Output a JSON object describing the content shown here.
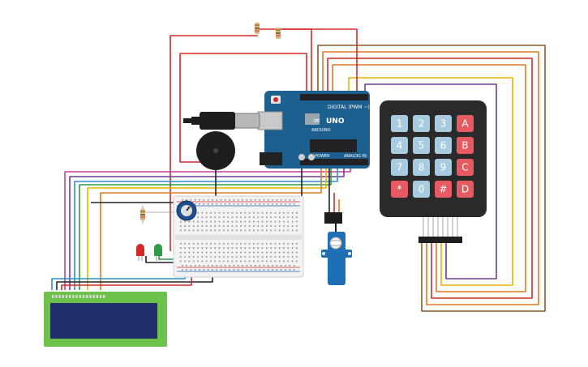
{
  "arduino": {
    "model_label": "UNO",
    "brand_label": "ARDUINO",
    "digital_label": "DIGITAL (PWM ~)",
    "analog_label": "ANALOG IN",
    "power_label": "POWER"
  },
  "keypad": {
    "keys": [
      "1",
      "2",
      "3",
      "A",
      "4",
      "5",
      "6",
      "B",
      "7",
      "8",
      "9",
      "C",
      "*",
      "0",
      "#",
      "D"
    ]
  },
  "colors": {
    "board_blue": "#1d5f8f",
    "keypad_body": "#2a2a2a",
    "key_blue": "#a9cbe0",
    "key_red": "#e85a62",
    "lcd_green": "#6cc24a",
    "lcd_screen": "#1e2f6b",
    "servo_blue": "#1f6fb5",
    "wire_red": "#d62828",
    "wire_orange": "#e07a1f",
    "wire_brown": "#8b5a2b",
    "wire_yellow": "#e8b400",
    "wire_purple": "#6a3d9a",
    "wire_black": "#222222",
    "wire_green": "#2e9c44",
    "wire_magenta": "#c63b9f",
    "wire_cyan": "#2f8fc8"
  }
}
